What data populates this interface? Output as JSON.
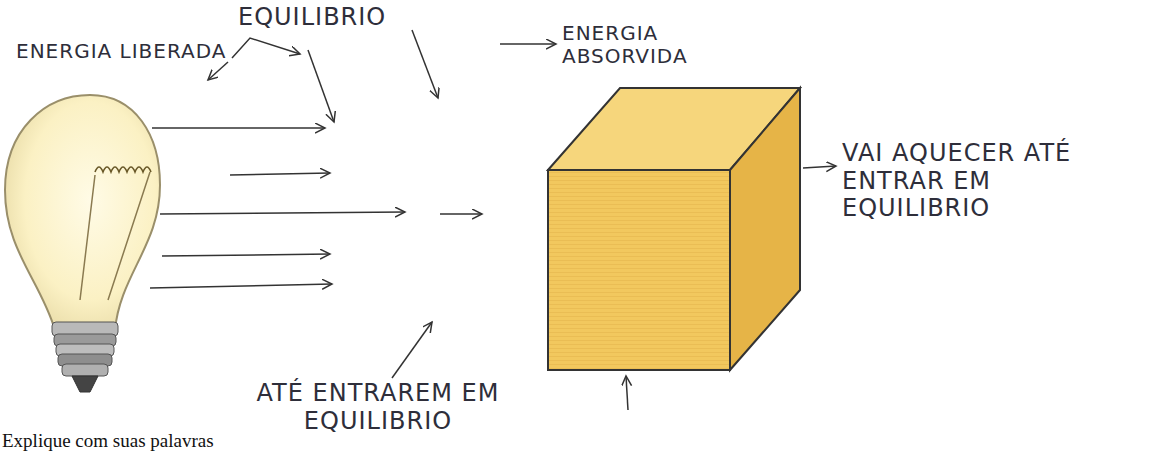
{
  "diagram": {
    "labels": [
      "EQUILIBRIO",
      "ENERGIA LIBERADA",
      "ENERGIA ABSORVIDA",
      "VAI AQUECER ATÉ ENTRAR EM EQUILIBRIO",
      "ATÉ ENTRAREM EM EQUILIBRIO",
      "Explique com suas palavras"
    ]
  }
}
